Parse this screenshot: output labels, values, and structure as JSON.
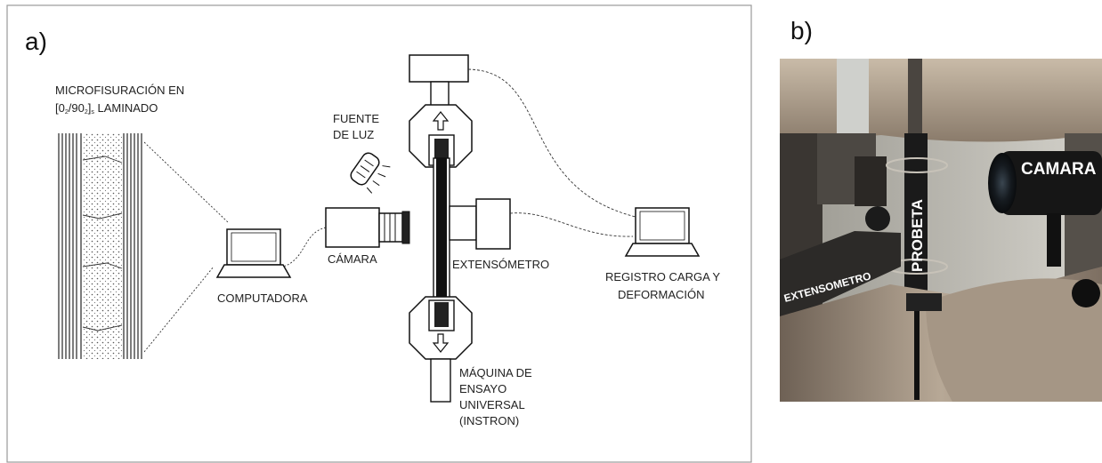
{
  "panel_a": {
    "letter": "a)",
    "laminate_label_line1": "MICROFISURACIÓN EN",
    "laminate_label_line2_main": "[0",
    "laminate_label_line2_sub1": "2",
    "laminate_label_line2_mid": "/90",
    "laminate_label_line2_sub2": "2",
    "laminate_label_line2_close": "]",
    "laminate_label_line2_sub3": "s",
    "laminate_label_line2_end": " LAMINADO",
    "light_label_line1": "FUENTE",
    "light_label_line2": "DE LUZ",
    "camera_label": "CÁMARA",
    "computer_label": "COMPUTADORA",
    "extensometer_label": "EXTENSÓMETRO",
    "recorder_label_line1": "REGISTRO CARGA Y",
    "recorder_label_line2": "DEFORMACIÓN",
    "machine_label_line1": "MÁQUINA DE",
    "machine_label_line2": "ENSAYO",
    "machine_label_line3": "UNIVERSAL",
    "machine_label_line4": "(INSTRON)"
  },
  "panel_b": {
    "letter": "b)",
    "camera_label": "CAMARA",
    "specimen_label": "PROBETA",
    "extensometer_label": "EXTENSOMETRO"
  }
}
